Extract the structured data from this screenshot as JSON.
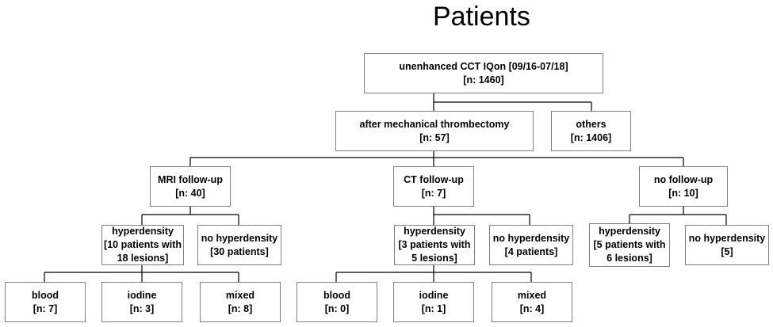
{
  "title": "Patients",
  "nodes": {
    "root": {
      "l1": "unenhanced CCT IQon [09/16-07/18]",
      "l2": "[n: 1460]"
    },
    "thrombectomy": {
      "l1": "after mechanical thrombectomy",
      "l2": "[n: 57]"
    },
    "others": {
      "l1": "others",
      "l2": "[n: 1406]"
    },
    "mri": {
      "l1": "MRI follow-up",
      "l2": "[n: 40]"
    },
    "ct": {
      "l1": "CT follow-up",
      "l2": "[n: 7]"
    },
    "nofollow": {
      "l1": "no follow-up",
      "l2": "[n: 10]"
    },
    "mri_hyper": {
      "l1": "hyperdensity",
      "l2": "[10 patients with",
      "l3": "18 lesions]"
    },
    "mri_nohyper": {
      "l1": "no hyperdensity",
      "l2": "[30 patients]"
    },
    "ct_hyper": {
      "l1": "hyperdensity",
      "l2": "[3 patients with",
      "l3": "5 lesions]"
    },
    "ct_nohyper": {
      "l1": "no hyperdensity",
      "l2": "[4 patients]"
    },
    "nf_hyper": {
      "l1": "hyperdensity",
      "l2": "[5 patients with",
      "l3": "6 lesions]"
    },
    "nf_nohyper": {
      "l1": "no hyperdensity",
      "l2": "[5]"
    },
    "mri_blood": {
      "l1": "blood",
      "l2": "[n: 7]"
    },
    "mri_iodine": {
      "l1": "iodine",
      "l2": "[n: 3]"
    },
    "mri_mixed": {
      "l1": "mixed",
      "l2": "[n: 8]"
    },
    "ct_blood": {
      "l1": "blood",
      "l2": "[n: 0]"
    },
    "ct_iodine": {
      "l1": "iodine",
      "l2": "[n: 1]"
    },
    "ct_mixed": {
      "l1": "mixed",
      "l2": "[n: 4]"
    }
  }
}
